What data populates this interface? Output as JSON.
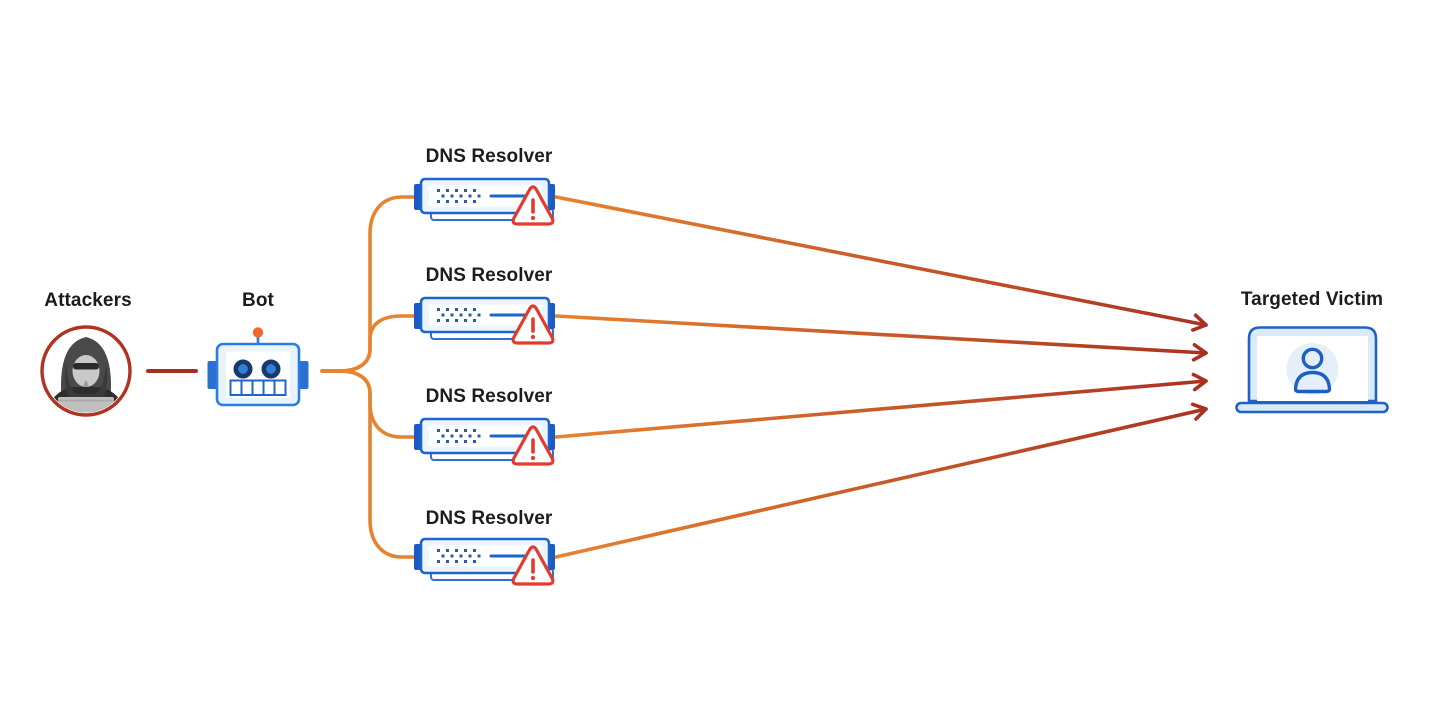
{
  "nodes": {
    "attackers": {
      "label": "Attackers"
    },
    "bot": {
      "label": "Bot"
    },
    "resolvers": [
      {
        "label": "DNS Resolver"
      },
      {
        "label": "DNS Resolver"
      },
      {
        "label": "DNS Resolver"
      },
      {
        "label": "DNS Resolver"
      }
    ],
    "victim": {
      "label": "Targeted Victim"
    }
  },
  "edges": [
    {
      "from": "attackers",
      "to": "bot",
      "style": "plain-line",
      "color": "#A5301F"
    },
    {
      "from": "bot",
      "to": "resolvers",
      "style": "branching-curves",
      "color": "#E6832F"
    },
    {
      "from": "resolvers",
      "to": "victim",
      "style": "arrows",
      "color_start": "#E6832F",
      "color_end": "#A93122"
    }
  ],
  "colors": {
    "orange": "#E6832F",
    "dark_red": "#A93122",
    "attacker_line_red": "#A5301F",
    "attacker_circle_red": "#B23222",
    "server_blue": "#1A66CC",
    "server_fill": "#EDF5FC",
    "server_tab_blue": "#1D5BC4",
    "server_dot_blue": "#2C5AA6",
    "warning_red": "#E23B2E",
    "bot_blue": "#2A7DE1",
    "bot_fill": "#E9F3FC",
    "bot_eye_navy": "#163A6F",
    "bot_eye_blue": "#2F80D9",
    "bot_ear_blue": "#2B6FD0",
    "antenna_orange": "#F2682C",
    "laptop_blue": "#1E63C4",
    "laptop_fill": "#D9EAF8",
    "user_blue": "#1E5FC1",
    "label_text": "#1C1C1C"
  }
}
